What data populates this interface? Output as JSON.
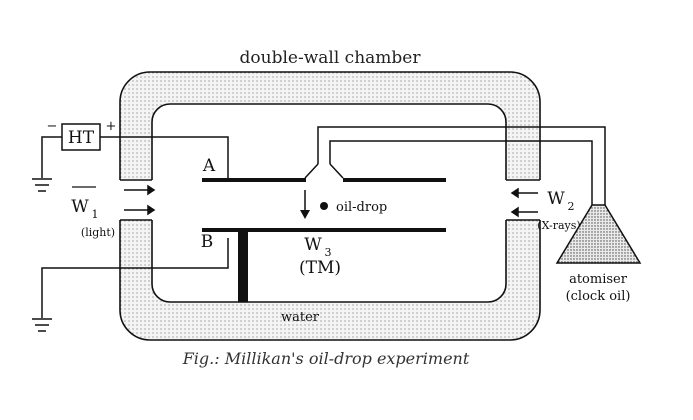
{
  "title": "double-wall chamber",
  "labels": {
    "ht": "HT",
    "minus": "−",
    "plus": "+",
    "plate_a": "A",
    "plate_b": "B",
    "oil_drop": "oil-drop",
    "w1": "W",
    "w1_sub": "1",
    "w1_note": "(light)",
    "w2": "W",
    "w2_sub": "2",
    "w2_note": "(X-rays)",
    "w3": "W",
    "w3_sub": "3",
    "w3_note": "(TM)",
    "water": "water",
    "atomiser": "atomiser",
    "atomiser_note": "(clock oil)"
  },
  "caption": "Fig.: Millikan's oil-drop experiment"
}
